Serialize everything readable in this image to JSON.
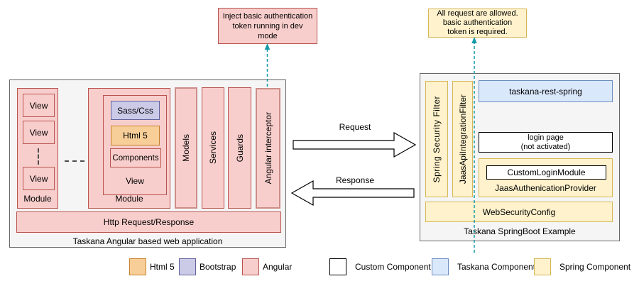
{
  "callouts": {
    "left": "Inject basic authentication\ntoken running in dev\nmode",
    "right": "All request are allowed.\nbasic authentication\ntoken is required."
  },
  "angular_app": {
    "title": "Taskana Angular based web application",
    "module1": {
      "label": "Module",
      "views": [
        "View",
        "View",
        "View"
      ]
    },
    "module2": {
      "label": "Module",
      "view": {
        "label": "View",
        "sass_css": "Sass/Css",
        "html5": "Html 5",
        "components": "Components"
      }
    },
    "columns": [
      "Models",
      "Services",
      "Guards",
      "Angular interceptor"
    ],
    "http_bar": "Http Request/Response"
  },
  "arrows": {
    "request": "Request",
    "response": "Response"
  },
  "springboot_app": {
    "title": "Taskana SpringBoot Example",
    "spring_security_filter": "Spring Security Filter",
    "jaas_api_integration_filter": "JaasApiIntegrationFilter",
    "taskana_rest_spring": "taskana-rest-spring",
    "login_page": "login page\n(not activated)",
    "jaas_authenication_provider": "JaasAuthenicationProvider",
    "custom_login_module": "CustomLoginModule",
    "web_security_config": "WebSecurityConfig"
  },
  "legend": [
    {
      "label": "Html 5",
      "fill": "#F7CE98",
      "border": "#C8802D",
      "style": "background:#F7CE98;border-color:#C8802D"
    },
    {
      "label": "Bootstrap",
      "fill": "#CBCBE8",
      "border": "#63639E",
      "style": "background:#CBCBE8;border-color:#63639E"
    },
    {
      "label": "Angular",
      "fill": "#F8CECC",
      "border": "#B85450",
      "style": "background:#F8CECC;border-color:#B85450"
    },
    {
      "label": "Custom Component",
      "fill": "#FFFFFF",
      "border": "#000000",
      "style": "background:#FFFFFF;border-color:#000000"
    },
    {
      "label": "Taskana Component",
      "fill": "#DAE8FC",
      "border": "#6C8EBF",
      "style": "background:#DAE8FC;border-color:#6C8EBF"
    },
    {
      "label": "Spring Component",
      "fill": "#FFF2CC",
      "border": "#D6B656",
      "style": "background:#FFF2CC;border-color:#D6B656"
    }
  ],
  "colors": {
    "container_fill": "#F5F5F5",
    "container_border": "#666666",
    "angular_fill": "#F8CECC",
    "angular_border": "#B85450",
    "spring_fill": "#FFF2CC",
    "spring_border": "#D6B656",
    "taskana_fill": "#DAE8FC",
    "taskana_border": "#6C8EBF",
    "html5_fill": "#F7CE98",
    "html5_border": "#C8802D",
    "bootstrap_fill": "#CBCBE8",
    "bootstrap_border": "#63639E",
    "connector_teal": "#1699A8"
  }
}
